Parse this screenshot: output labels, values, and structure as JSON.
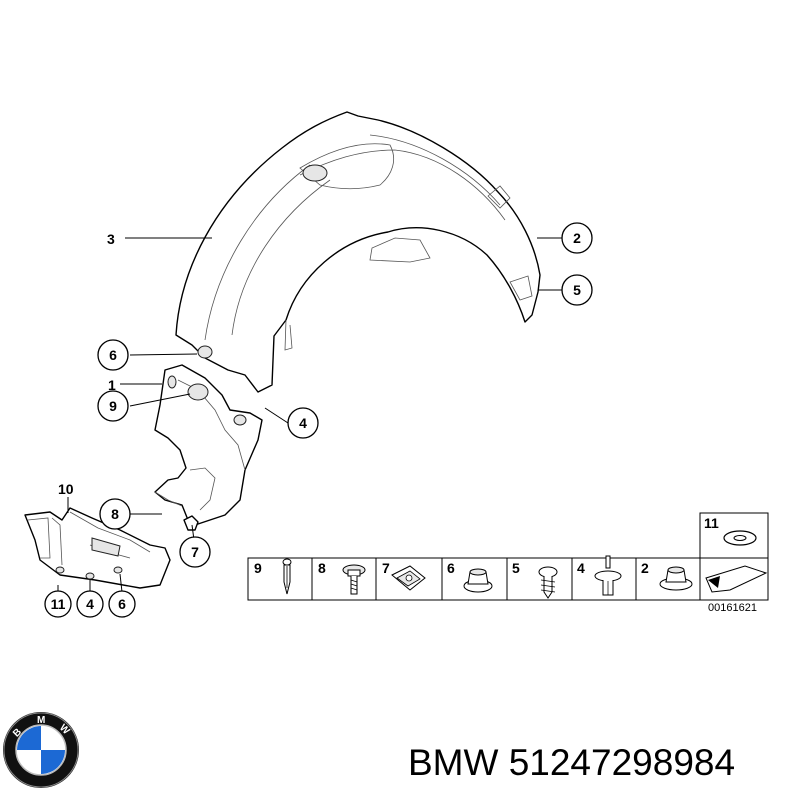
{
  "callouts": {
    "c3": "3",
    "c2": "2",
    "c5": "5",
    "c6": "6",
    "c1": "1",
    "c9": "9",
    "c4": "4",
    "c10": "10",
    "c8": "8",
    "c7": "7",
    "bottom_11": "11",
    "bottom_4": "4",
    "bottom_6": "6"
  },
  "parts_strip": {
    "labels": [
      "9",
      "8",
      "7",
      "6",
      "5",
      "4",
      "2"
    ],
    "extra_label": "11",
    "diagram_number": "00161621"
  },
  "caption": {
    "brand": "BMW",
    "part_number": "51247298984",
    "text": "BMW 51247298984"
  },
  "logo": {
    "letters": "BMW",
    "colors": {
      "blue": "#1c69d4",
      "white": "#ffffff",
      "ring": "#111111"
    },
    "icon": "bmw-roundel-icon"
  }
}
